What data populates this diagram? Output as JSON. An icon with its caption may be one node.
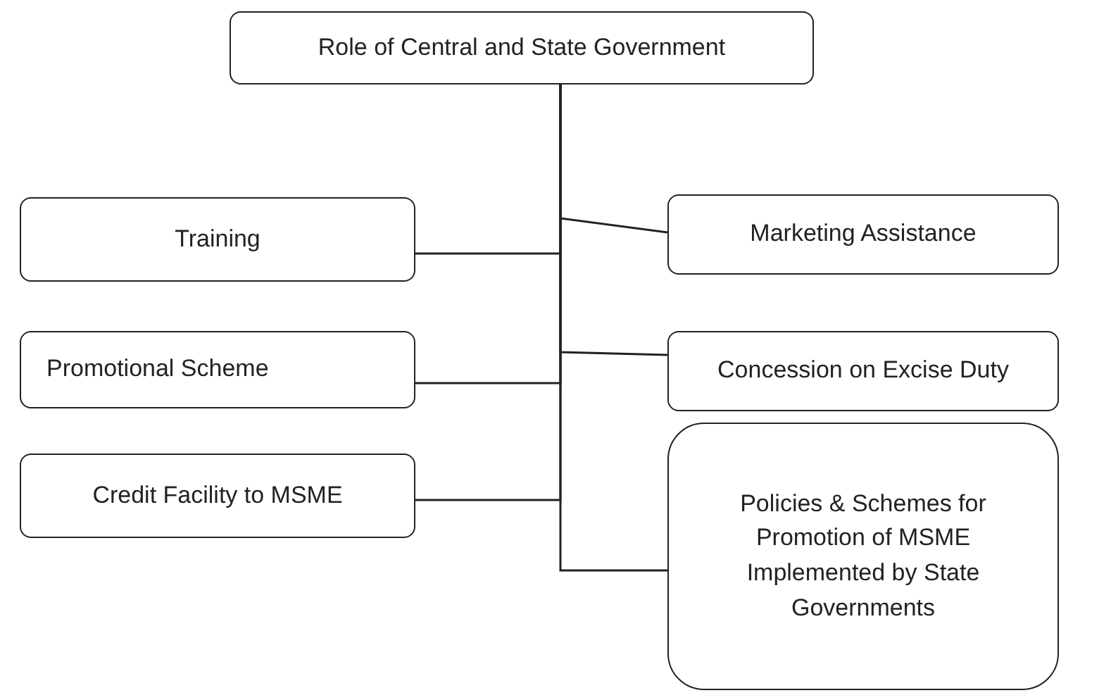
{
  "diagram": {
    "nodes": [
      {
        "text": [
          "Role of Central and State Government"
        ]
      },
      {
        "text": [
          "Training"
        ]
      },
      {
        "text": [
          "Marketing Assistance"
        ]
      },
      {
        "text": [
          "Promotional Scheme"
        ]
      },
      {
        "text": [
          "Concession on Excise Duty"
        ]
      },
      {
        "text": [
          "Credit Facility to MSME"
        ]
      },
      {
        "text": [
          "Policies & Schemes for Promotion of MSME Implemented by State Governments"
        ]
      }
    ],
    "edges": [
      {
        "from": 0,
        "to": 1,
        "arrow": "none"
      },
      {
        "from": 0,
        "to": 2,
        "arrow": "none"
      },
      {
        "from": 0,
        "to": 3,
        "arrow": "none"
      },
      {
        "from": 0,
        "to": 4,
        "arrow": "none"
      },
      {
        "from": 0,
        "to": 5,
        "arrow": "none"
      },
      {
        "from": 0,
        "to": 6,
        "arrow": "none"
      }
    ]
  }
}
